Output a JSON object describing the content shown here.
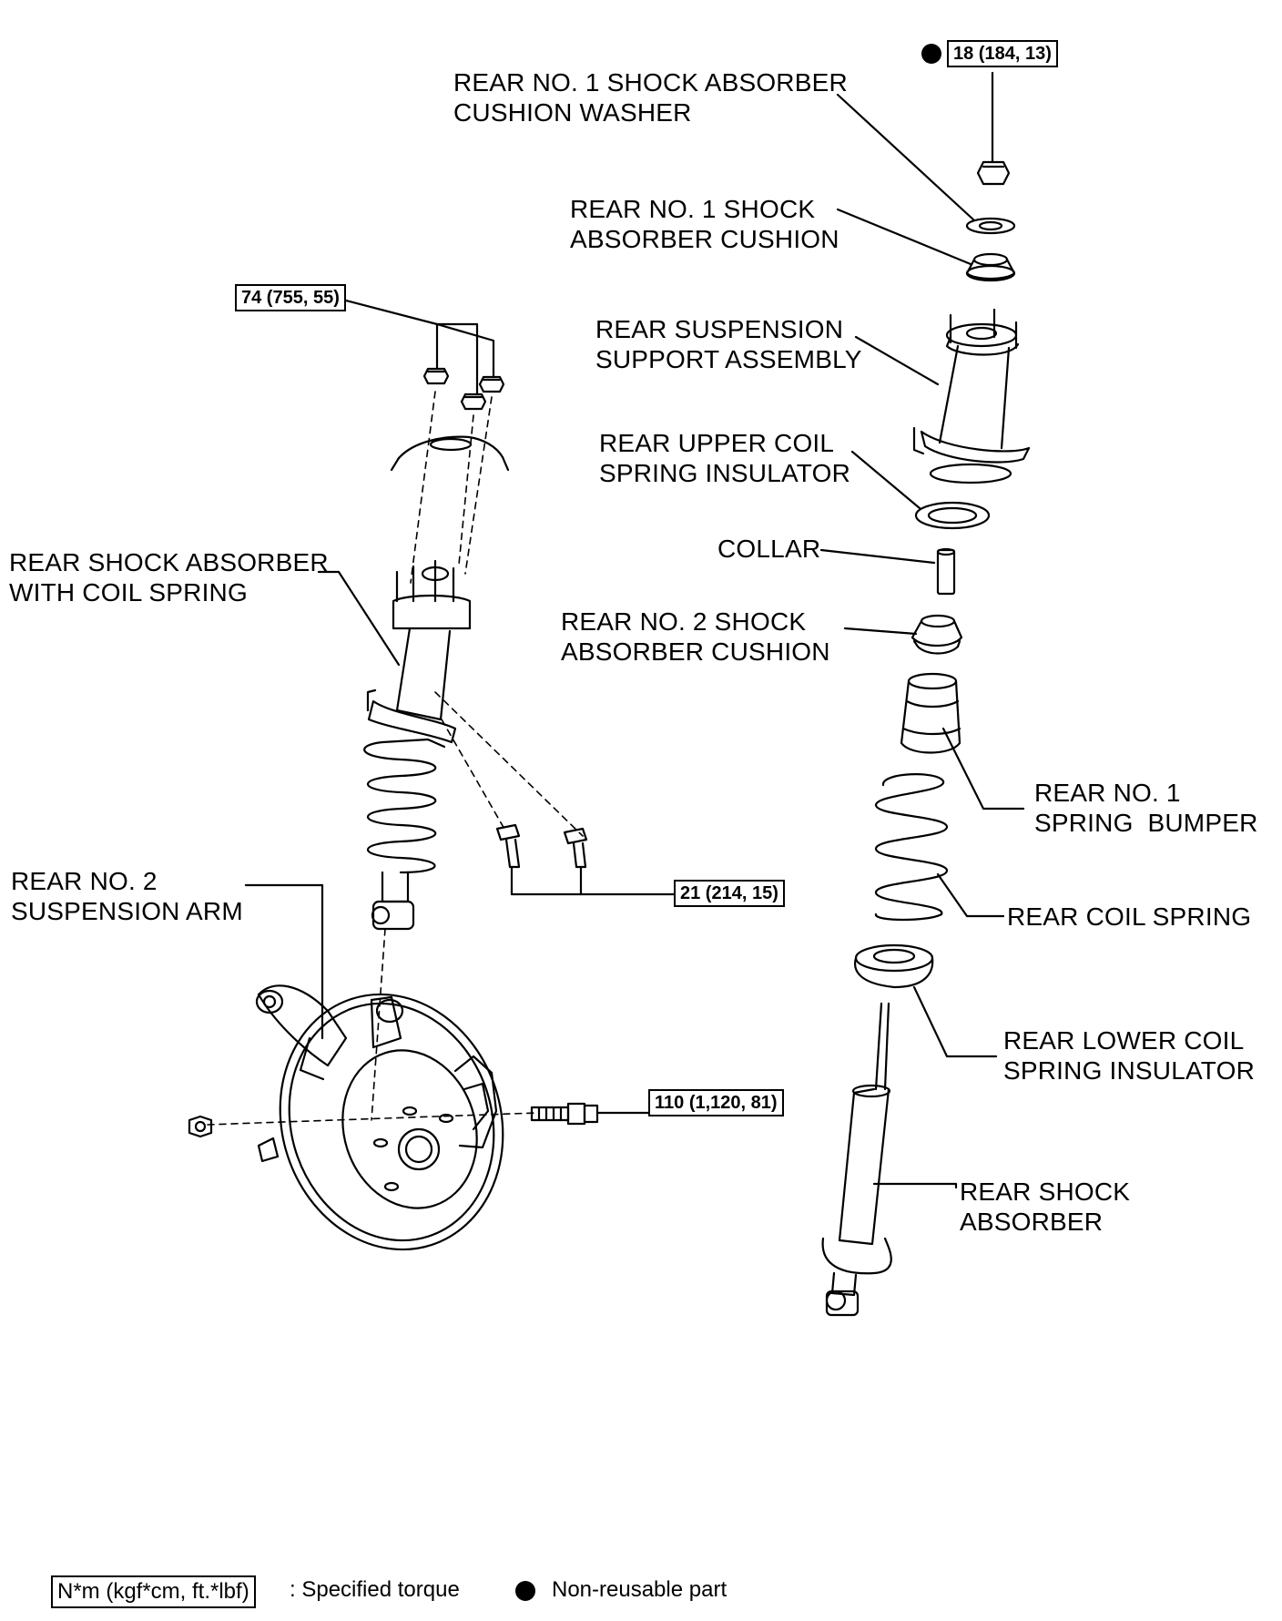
{
  "labels": {
    "cushion_washer": "REAR NO. 1 SHOCK ABSORBER\nCUSHION WASHER",
    "no1_cushion": "REAR NO. 1 SHOCK\nABSORBER CUSHION",
    "support_assembly": "REAR SUSPENSION\nSUPPORT ASSEMBLY",
    "upper_insulator": "REAR UPPER COIL\nSPRING INSULATOR",
    "collar": "COLLAR",
    "no2_cushion": "REAR NO. 2 SHOCK\nABSORBER CUSHION",
    "spring_bumper": "REAR NO. 1\nSPRING  BUMPER",
    "coil_spring": "REAR COIL SPRING",
    "lower_insulator": "REAR LOWER COIL\nSPRING INSULATOR",
    "shock_absorber": "REAR SHOCK\nABSORBER",
    "shock_with_spring": "REAR SHOCK ABSORBER\nWITH COIL SPRING",
    "suspension_arm": "REAR NO. 2\nSUSPENSION ARM"
  },
  "torques": {
    "top_nut": "18 (184, 13)",
    "support_nuts": "74 (755, 55)",
    "lower_bolts": "21 (214, 15)",
    "knuckle_bolt": "110 (1,120, 81)"
  },
  "legend": {
    "torque_box": "N*m (kgf*cm, ft.*lbf)",
    "torque_text": ": Specified torque",
    "nonreusable_text": "Non-reusable part"
  }
}
